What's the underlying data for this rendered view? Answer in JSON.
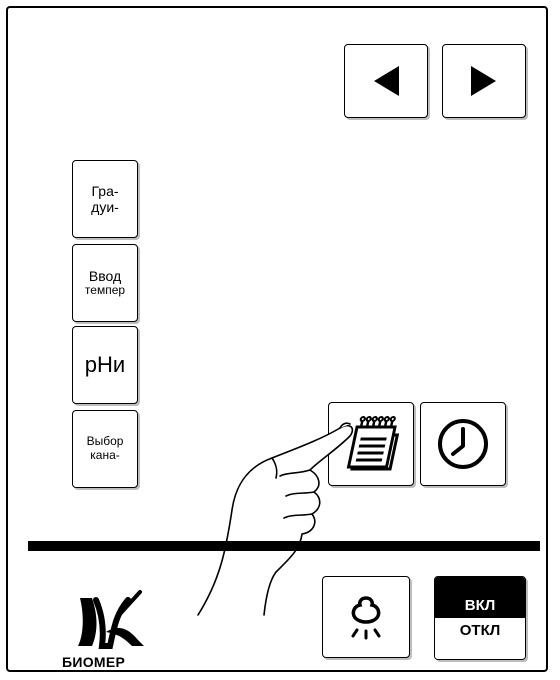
{
  "side_buttons": [
    {
      "line1": "Гра-",
      "line2": "дуи-"
    },
    {
      "line1": "Ввод",
      "line2": "темпер"
    },
    {
      "line1": "рНи"
    },
    {
      "line1": "Выбор",
      "line2": "кана-"
    }
  ],
  "power": {
    "on_label": "ВКЛ",
    "off_label": "ОТКЛ"
  },
  "brand": {
    "name": "БИОМЕР"
  },
  "icons": {
    "prev": "triangle-left-icon",
    "next": "triangle-right-icon",
    "notepad": "notepad-icon",
    "clock": "clock-icon",
    "light": "lamp-icon",
    "hand": "pointing-hand-icon"
  },
  "colors": {
    "outline": "#000000",
    "shadow": "#bdbdbd",
    "background": "#ffffff"
  }
}
